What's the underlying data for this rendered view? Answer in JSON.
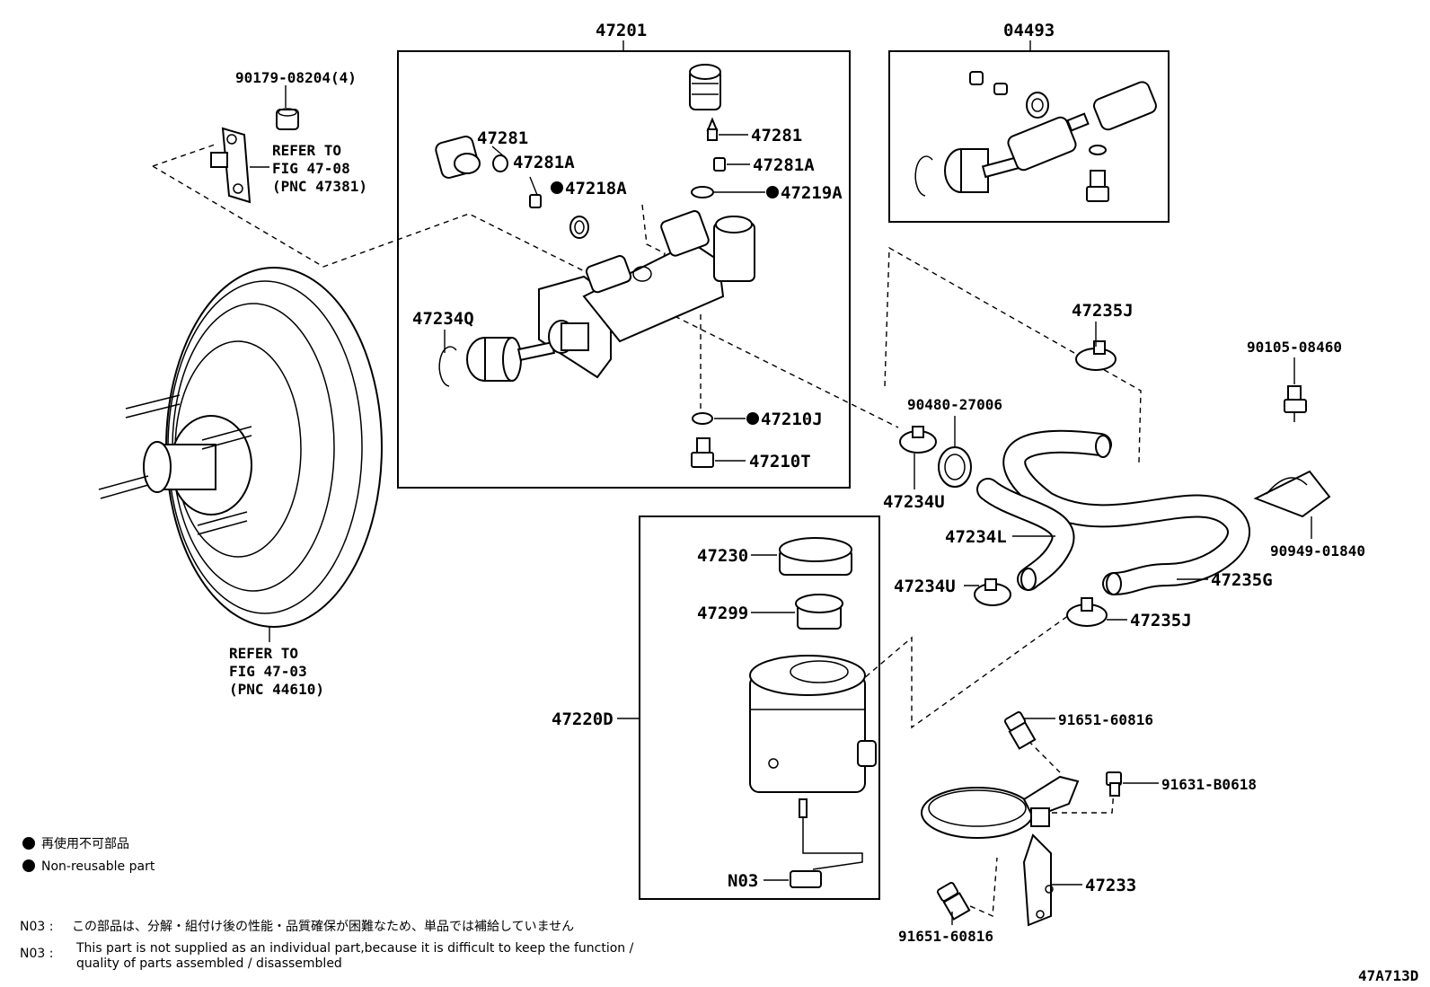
{
  "groups": {
    "master_cylinder": "47201",
    "repair_kit": "04493"
  },
  "labels": {
    "p90179": "90179-08204(4)",
    "refer_fig_4708_1": "REFER TO",
    "refer_fig_4708_2": "FIG 47-08",
    "refer_fig_4708_3": "(PNC 47381)",
    "refer_fig_4703_1": "REFER TO",
    "refer_fig_4703_2": "FIG 47-03",
    "refer_fig_4703_3": "(PNC 44610)",
    "p47281_left": "47281",
    "p47281a_left": "47281A",
    "p47218a": "47218A",
    "p47281_right": "47281",
    "p47281a_right": "47281A",
    "p47219a": "47219A",
    "p47234q": "47234Q",
    "p47210j": "47210J",
    "p47210t": "47210T",
    "p47235j_top": "47235J",
    "p90105": "90105-08460",
    "p90480": "90480-27006",
    "p47234u_top": "47234U",
    "p47234l": "47234L",
    "p47234u_bottom": "47234U",
    "p47235g": "47235G",
    "p47235j_bottom": "47235J",
    "p90949": "90949-01840",
    "p47230": "47230",
    "p47299": "47299",
    "p47220d": "47220D",
    "pn03": "N03",
    "p91651_top": "91651-60816",
    "p91631": "91631-B0618",
    "p47233": "47233",
    "p91651_bottom": "91651-60816"
  },
  "legend": {
    "jp": "再使用不可部品",
    "en": "Non-reusable part"
  },
  "notes": {
    "code1": "N03 :",
    "jp": "この部品は、分解・組付け後の性能・品質確保が困難なため、単品では補給していません",
    "code2": "N03 :",
    "en1": "This part is not supplied as an individual part,because it is difficult to keep the function /",
    "en2": "quality of parts assembled / disassembled"
  },
  "figure_id": "47A713D"
}
